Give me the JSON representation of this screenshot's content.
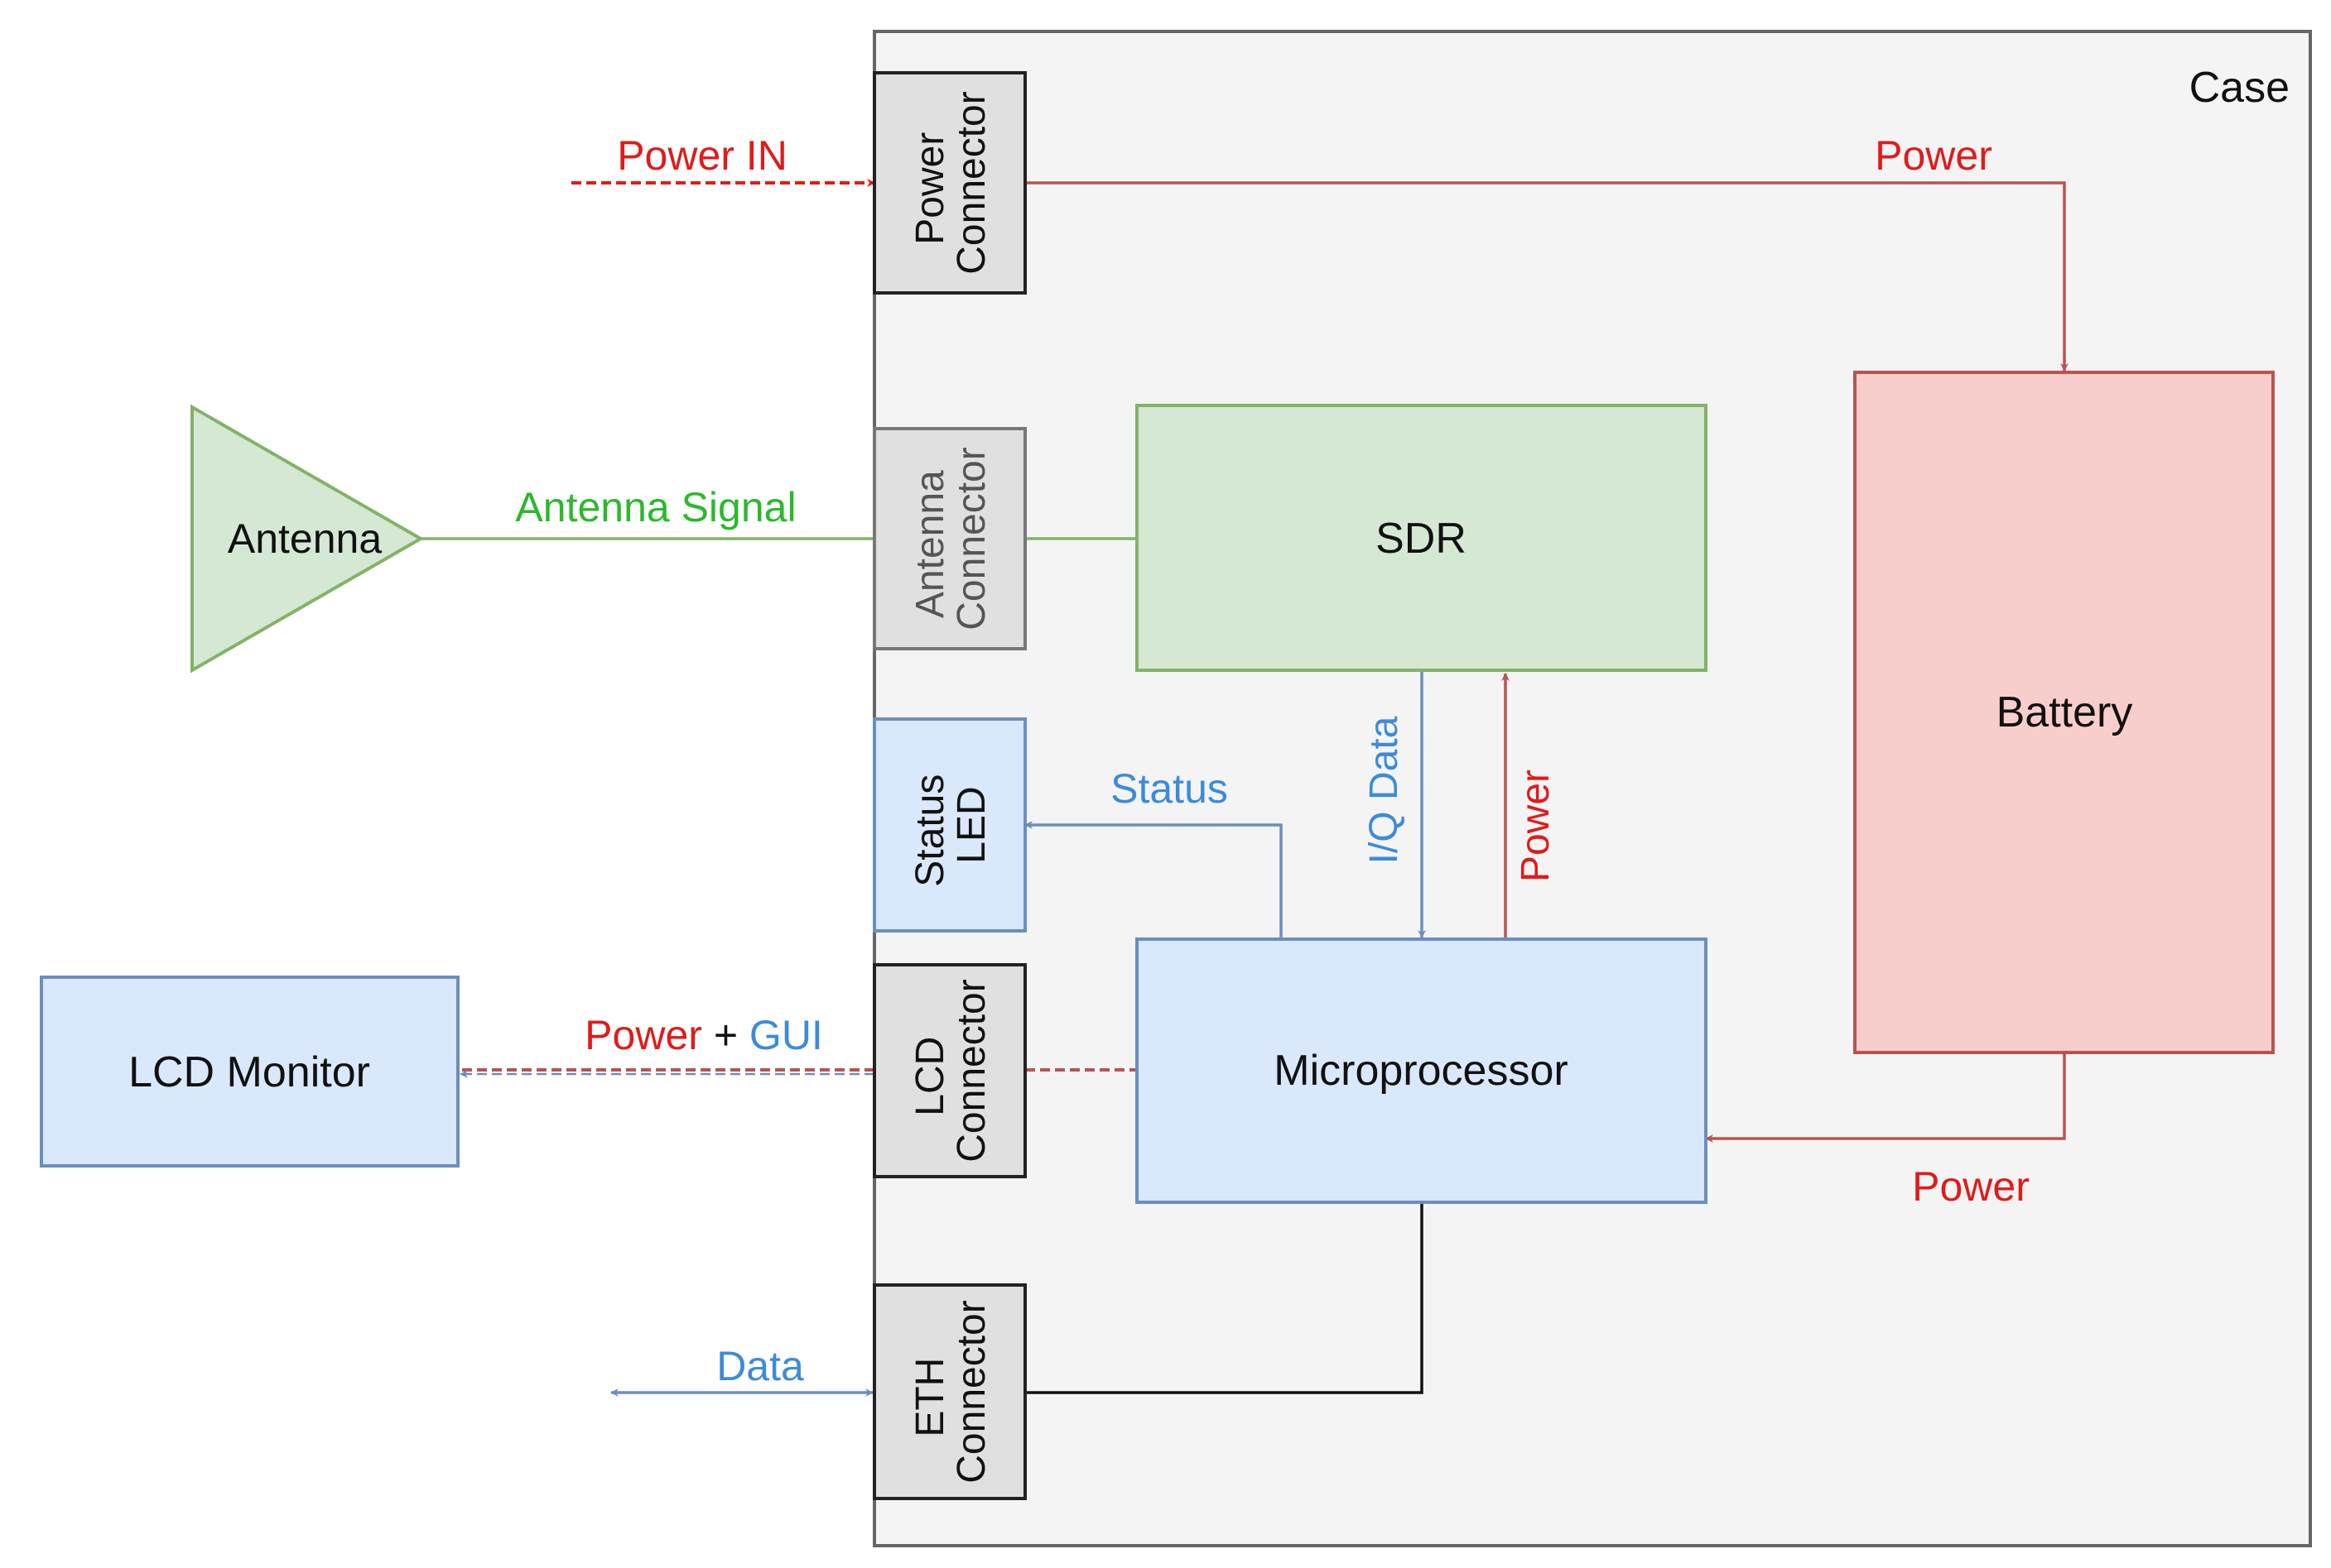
{
  "colors": {
    "power": "#e01b1b",
    "power_line": "#b85450",
    "signal": "#2db82d",
    "signal_line": "#82b366",
    "data": "#3d8bd9",
    "data_line": "#6c8ebf",
    "black": "#111111",
    "case_fill": "#f4f4f4",
    "case_stroke": "#666666",
    "connector_fill": "#e0e0e0",
    "green_fill": "#d5e8d4",
    "blue_fill": "#dae8fc",
    "red_fill": "#f8cecc"
  },
  "blocks": {
    "case": "Case",
    "antenna": "Antenna",
    "sdr": "SDR",
    "battery": "Battery",
    "microprocessor": "Microprocessor",
    "lcd_monitor": "LCD Monitor"
  },
  "connectors": {
    "power": [
      "Power",
      "Connector"
    ],
    "antenna": [
      "Antenna",
      "Connector"
    ],
    "status_led": [
      "Status",
      "LED"
    ],
    "lcd": [
      "LCD",
      "Connector"
    ],
    "eth": [
      "ETH",
      "Connector"
    ]
  },
  "edge_labels": {
    "power_in": "Power IN",
    "power_to_battery": "Power",
    "antenna_signal": "Antenna Signal",
    "status": "Status",
    "iq_data": "I/Q Data",
    "power_to_sdr": "Power",
    "lcd_power": "Power",
    "lcd_plus": "+",
    "lcd_gui": "GUI",
    "battery_power": "Power",
    "eth_data": "Data"
  }
}
